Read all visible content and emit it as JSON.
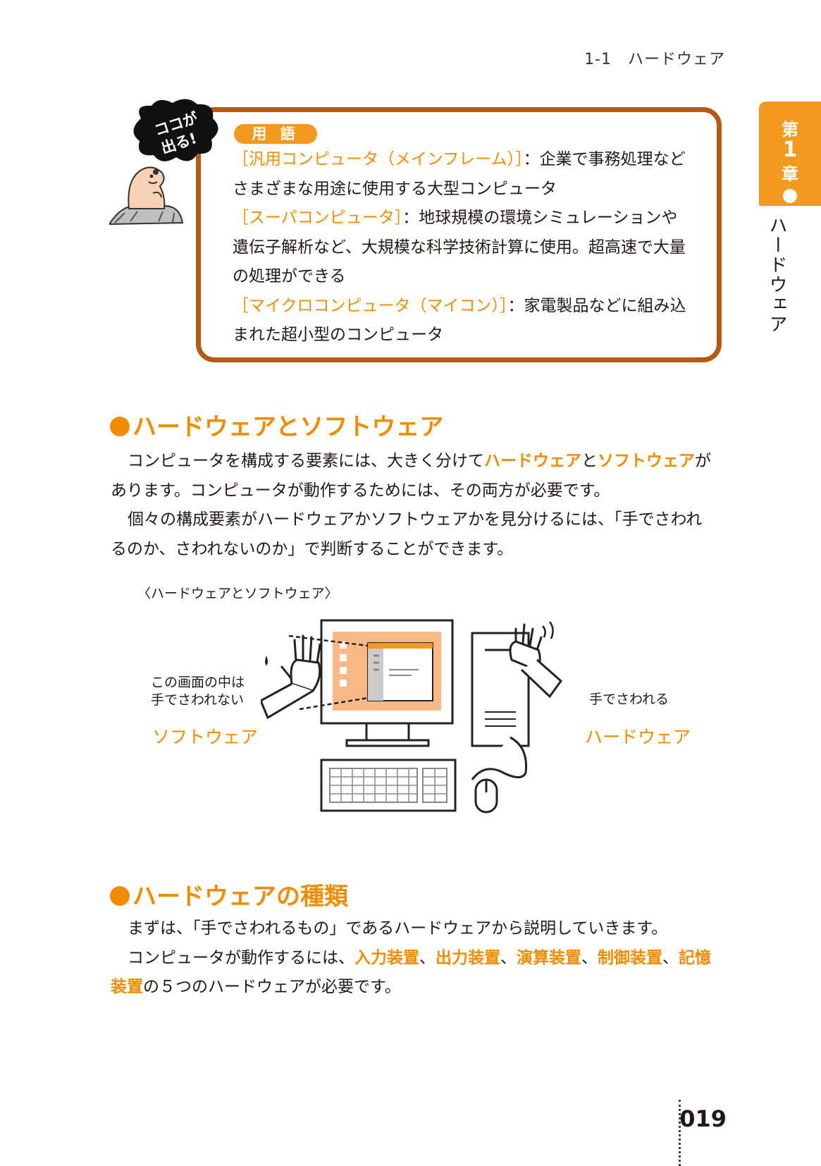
{
  "running_header": "1-1　ハードウェア",
  "chapter_tab": {
    "prefix": "第",
    "number": "1",
    "suffix": "章"
  },
  "side_label": "ハードウェア",
  "bubble_text": {
    "line1": "ココが",
    "line2": "出る!"
  },
  "term_box": {
    "badge": "用 語",
    "entries": [
      {
        "term": "［汎用コンピュータ（メインフレーム）］",
        "line1_rest": "：企業で事務処理など",
        "line2": "さまざまな用途に使用する大型コンピュータ"
      },
      {
        "term": "［スーパコンピュータ］",
        "line1_rest": "：地球規模の環境シミュレーションや",
        "line2": "遺伝子解析など、大規模な科学技術計算に使用。超高速で大量",
        "line3": "の処理ができる"
      },
      {
        "term": "［マイクロコンピュータ（マイコン）］",
        "line1_rest": "：家電製品などに組み込",
        "line2": "まれた超小型のコンピュータ"
      }
    ]
  },
  "section1": {
    "heading": "ハードウェアとソフトウェア",
    "p1_a": "コンピュータを構成する要素には、大きく分けて",
    "p1_hw": "ハードウェア",
    "p1_and": "と",
    "p1_sw": "ソフトウェア",
    "p1_b": "が",
    "p1_line2": "あります。コンピュータが動作するためには、その両方が必要です。",
    "p2_line1": "個々の構成要素がハードウェアかソフトウェアかを見分けるには、「手でさわれ",
    "p2_line2": "るのか、さわれないのか」で判断することができます。"
  },
  "figure": {
    "caption": "〈ハードウェアとソフトウェア〉",
    "left_label_1": "この画面の中は",
    "left_label_2": "手でさわれない",
    "left_big": "ソフトウェア",
    "right_label": "手でさわれる",
    "right_big": "ハードウェア",
    "screen_dots": "•••••••",
    "screen_dots2": "•••••"
  },
  "section2": {
    "heading": "ハードウェアの種類",
    "p1": "まずは、「手でさわれるもの」であるハードウェアから説明していきます。",
    "p2_a": "コンピュータが動作するには、",
    "items": [
      "入力装置",
      "出力装置",
      "演算装置",
      "制御装置",
      "記憶"
    ],
    "sep": "、",
    "p3_hl": "装置",
    "p3_rest": "の５つのハードウェアが必要です。"
  },
  "page_number": "019",
  "colors": {
    "accent": "#f08c00",
    "box_border": "#b45a14",
    "tab": "#f39a1e",
    "screen_fill": "#fbb887"
  }
}
